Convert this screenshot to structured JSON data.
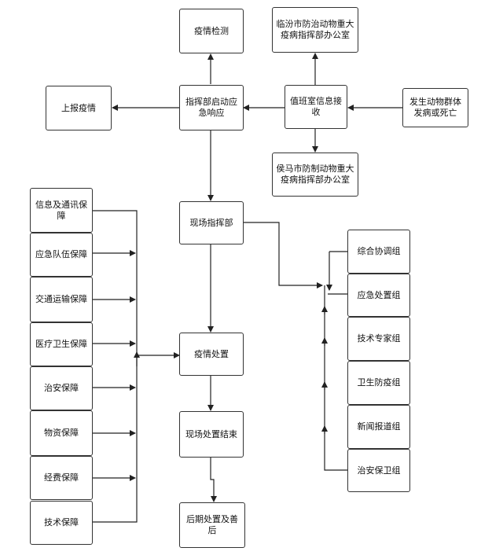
{
  "nodes": {
    "epidemic_detection": "疫情检测",
    "linfen_office": "临汾市防治动物重大疫病指挥部办公室",
    "report_epidemic": "上报疫情",
    "hq_activate": "指挥部启动应急响应",
    "duty_room": "值班室信息接收",
    "animal_death": "发生动物群体发病或死亡",
    "houma_office": "侯马市防制动物重大疫病指挥部办公室",
    "onsite_hq": "现场指挥部",
    "epidemic_handling": "疫情处置",
    "onsite_end": "现场处置结束",
    "aftermath": "后期处置及善后"
  },
  "support_groups": [
    "信息及通讯保障",
    "应急队伍保障",
    "交通运输保障",
    "医疗卫生保障",
    "治安保障",
    "物资保障",
    "经费保障",
    "技术保障"
  ],
  "working_groups": [
    "综合协调组",
    "应急处置组",
    "技术专家组",
    "卫生防疫组",
    "新闻报道组",
    "治安保卫组"
  ]
}
